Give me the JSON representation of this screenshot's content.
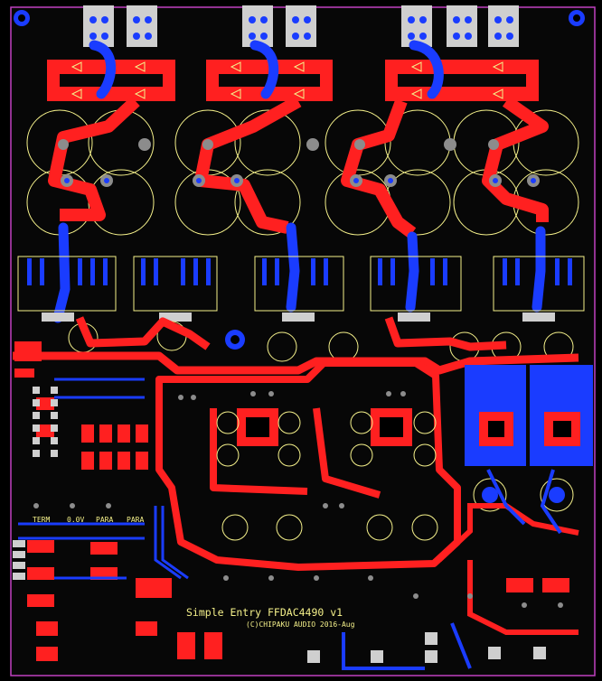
{
  "board": {
    "title_line1": "Simple Entry FFDAC4490 v1",
    "title_line2": "(C)CHIPAKU AUDIO 2016-Aug",
    "labels": [
      "TERM",
      "0.0V",
      "PARA",
      "PARA"
    ]
  },
  "colors": {
    "background": "#000000",
    "board_fill": "#0a0a0a",
    "edge": "#c040c0",
    "top_copper": "#ff2020",
    "bottom_copper": "#1a3cff",
    "silkscreen": "#f4f08a",
    "pad": "#c8c8c8",
    "via_ring": "#8c8c8c"
  },
  "layers": [
    "top-copper",
    "bottom-copper",
    "silkscreen",
    "pads",
    "vias",
    "board-edge"
  ]
}
